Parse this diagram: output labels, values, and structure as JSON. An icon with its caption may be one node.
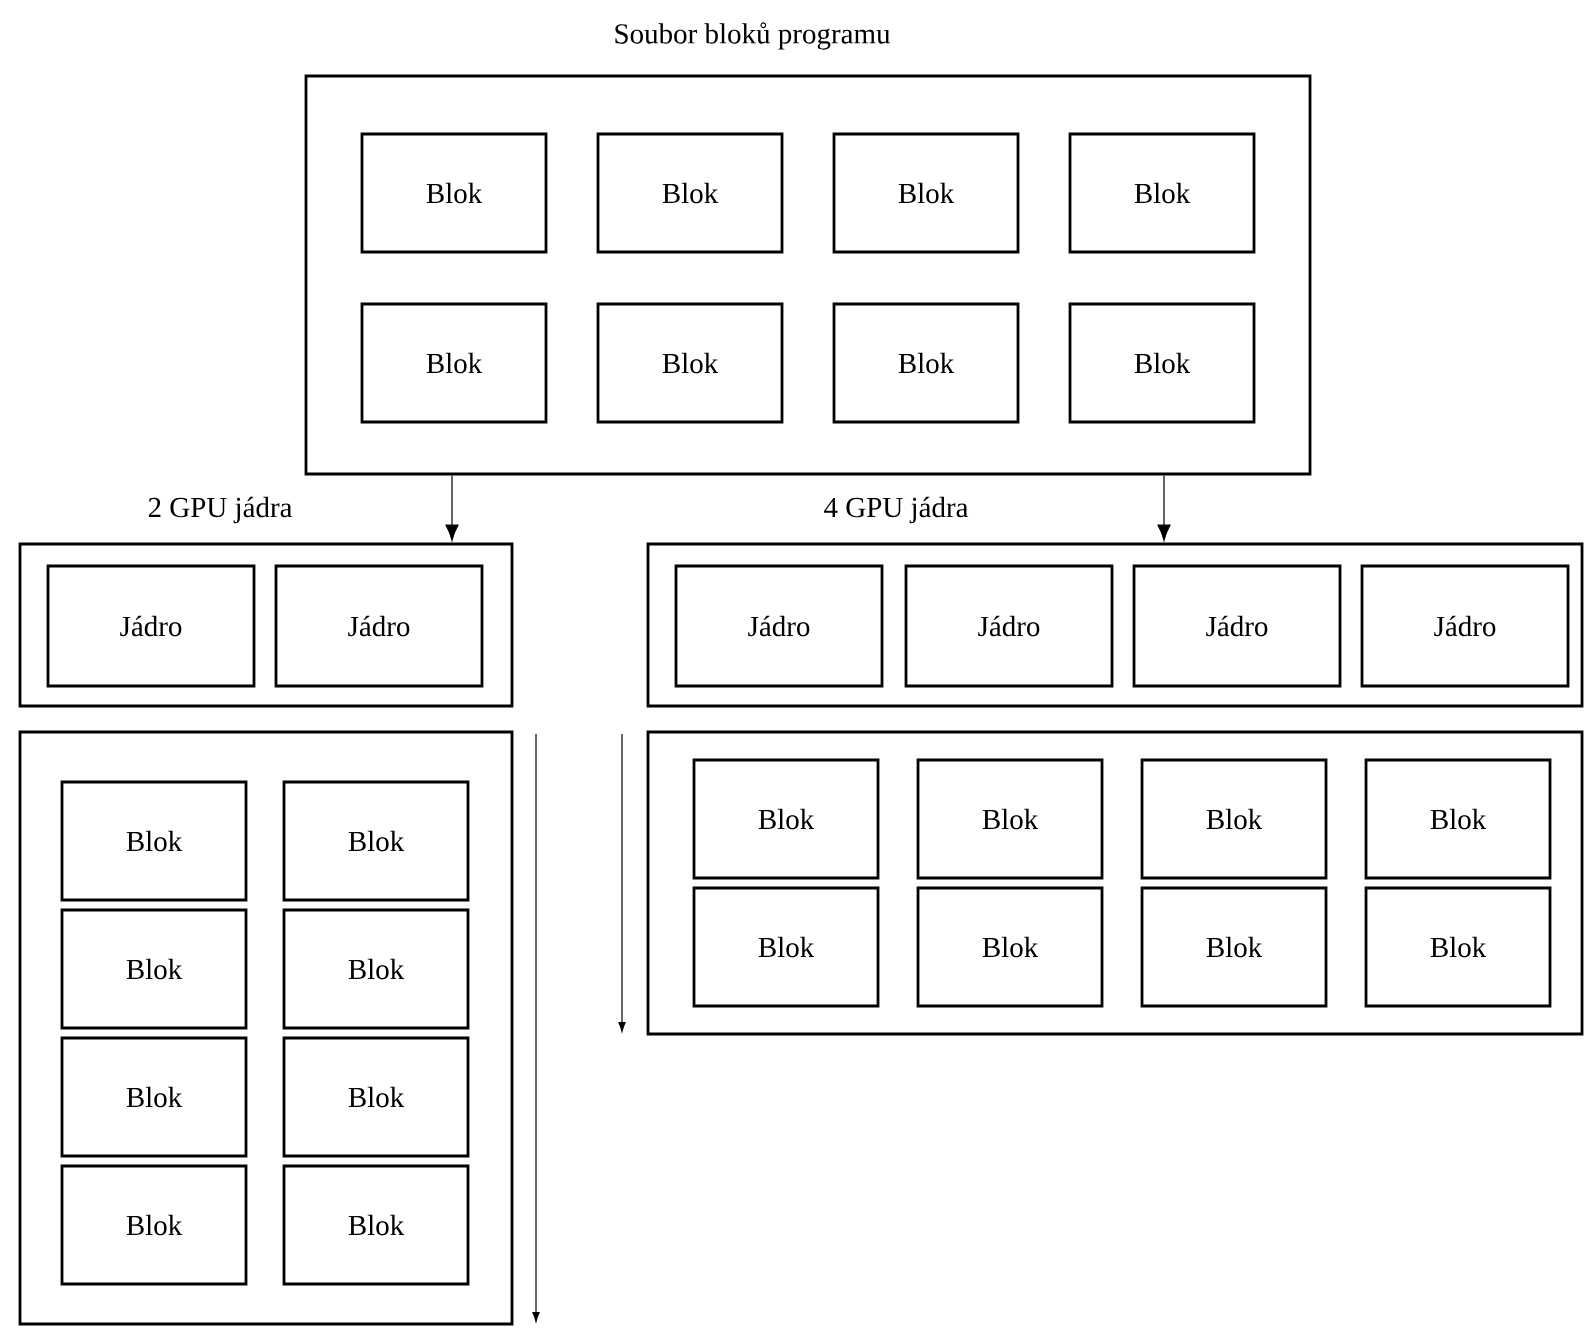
{
  "diagram": {
    "nodes": [
      {
        "text": [
          "Soubor bloků programu"
        ]
      },
      {
        "text": [
          "Blok"
        ],
        "in": 0
      },
      {
        "text": [
          "Blok"
        ],
        "in": 0
      },
      {
        "text": [
          "Blok"
        ],
        "in": 0
      },
      {
        "text": [
          "Blok"
        ],
        "in": 0
      },
      {
        "text": [
          "Blok"
        ],
        "in": 0
      },
      {
        "text": [
          "Blok"
        ],
        "in": 0
      },
      {
        "text": [
          "Blok"
        ],
        "in": 0
      },
      {
        "text": [
          "Blok"
        ],
        "in": 0
      },
      {
        "text": [
          "2 GPU jádra"
        ]
      },
      {
        "text": [
          "Jádro"
        ],
        "in": 9
      },
      {
        "text": [
          "Jádro"
        ],
        "in": 9
      },
      {
        "text": [],
        "shape": "box"
      },
      {
        "text": [
          "Blok"
        ],
        "in": 12
      },
      {
        "text": [
          "Blok"
        ],
        "in": 12
      },
      {
        "text": [
          "Blok"
        ],
        "in": 12
      },
      {
        "text": [
          "Blok"
        ],
        "in": 12
      },
      {
        "text": [
          "Blok"
        ],
        "in": 12
      },
      {
        "text": [
          "Blok"
        ],
        "in": 12
      },
      {
        "text": [
          "Blok"
        ],
        "in": 12
      },
      {
        "text": [
          "Blok"
        ],
        "in": 12
      },
      {
        "text": [
          "4 GPU jádra"
        ]
      },
      {
        "text": [
          "Jádro"
        ],
        "in": 21
      },
      {
        "text": [
          "Jádro"
        ],
        "in": 21
      },
      {
        "text": [
          "Jádro"
        ],
        "in": 21
      },
      {
        "text": [
          "Jádro"
        ],
        "in": 21
      },
      {
        "text": [],
        "shape": "box"
      },
      {
        "text": [
          "Blok"
        ],
        "in": 26
      },
      {
        "text": [
          "Blok"
        ],
        "in": 26
      },
      {
        "text": [
          "Blok"
        ],
        "in": 26
      },
      {
        "text": [
          "Blok"
        ],
        "in": 26
      },
      {
        "text": [
          "Blok"
        ],
        "in": 26
      },
      {
        "text": [
          "Blok"
        ],
        "in": 26
      },
      {
        "text": [
          "Blok"
        ],
        "in": 26
      },
      {
        "text": [
          "Blok"
        ],
        "in": 26
      }
    ],
    "edges": [
      {
        "from": 0,
        "to": 9,
        "arrow": "to"
      },
      {
        "from": 0,
        "to": 21,
        "arrow": "to"
      }
    ]
  }
}
